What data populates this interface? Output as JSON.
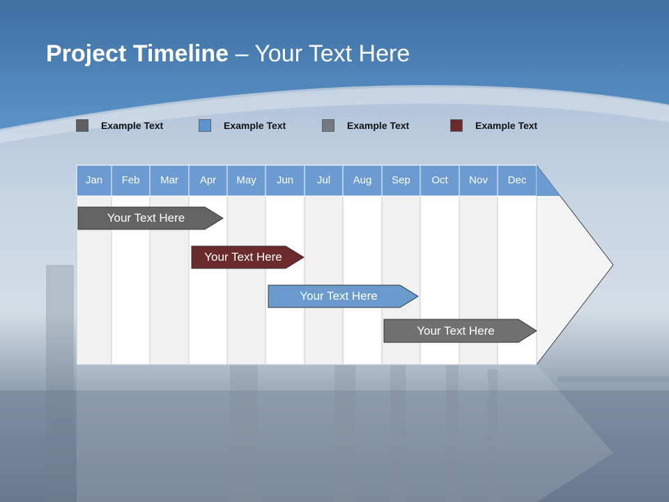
{
  "title": {
    "bold": "Project Timeline",
    "rest": " – Your Text Here"
  },
  "legend": [
    {
      "label": "Example Text",
      "color": "#5f6062"
    },
    {
      "label": "Example Text",
      "color": "#5b95cc"
    },
    {
      "label": "Example Text",
      "color": "#76797d"
    },
    {
      "label": "Example Text",
      "color": "#6b2a2b"
    }
  ],
  "months": [
    "Jan",
    "Feb",
    "Mar",
    "Apr",
    "May",
    "Jun",
    "Jul",
    "Aug",
    "Sep",
    "Oct",
    "Nov",
    "Dec"
  ],
  "tasks": [
    {
      "label": "Your  Text Here",
      "color": "#646464",
      "start_month": "Jan",
      "end_month": "Apr"
    },
    {
      "label": "Your  Text Here",
      "color": "#6b2a2b",
      "start_month": "Apr",
      "end_month": "Jun"
    },
    {
      "label": "Your  Text Here",
      "color": "#6a9bcc",
      "start_month": "Jun",
      "end_month": "Sep"
    },
    {
      "label": "Your  Text Here",
      "color": "#717171",
      "start_month": "Sep",
      "end_month": "Dec"
    }
  ],
  "colors": {
    "header_blue": "#6b9bd0",
    "brand_blue": "#3f7ab5"
  }
}
